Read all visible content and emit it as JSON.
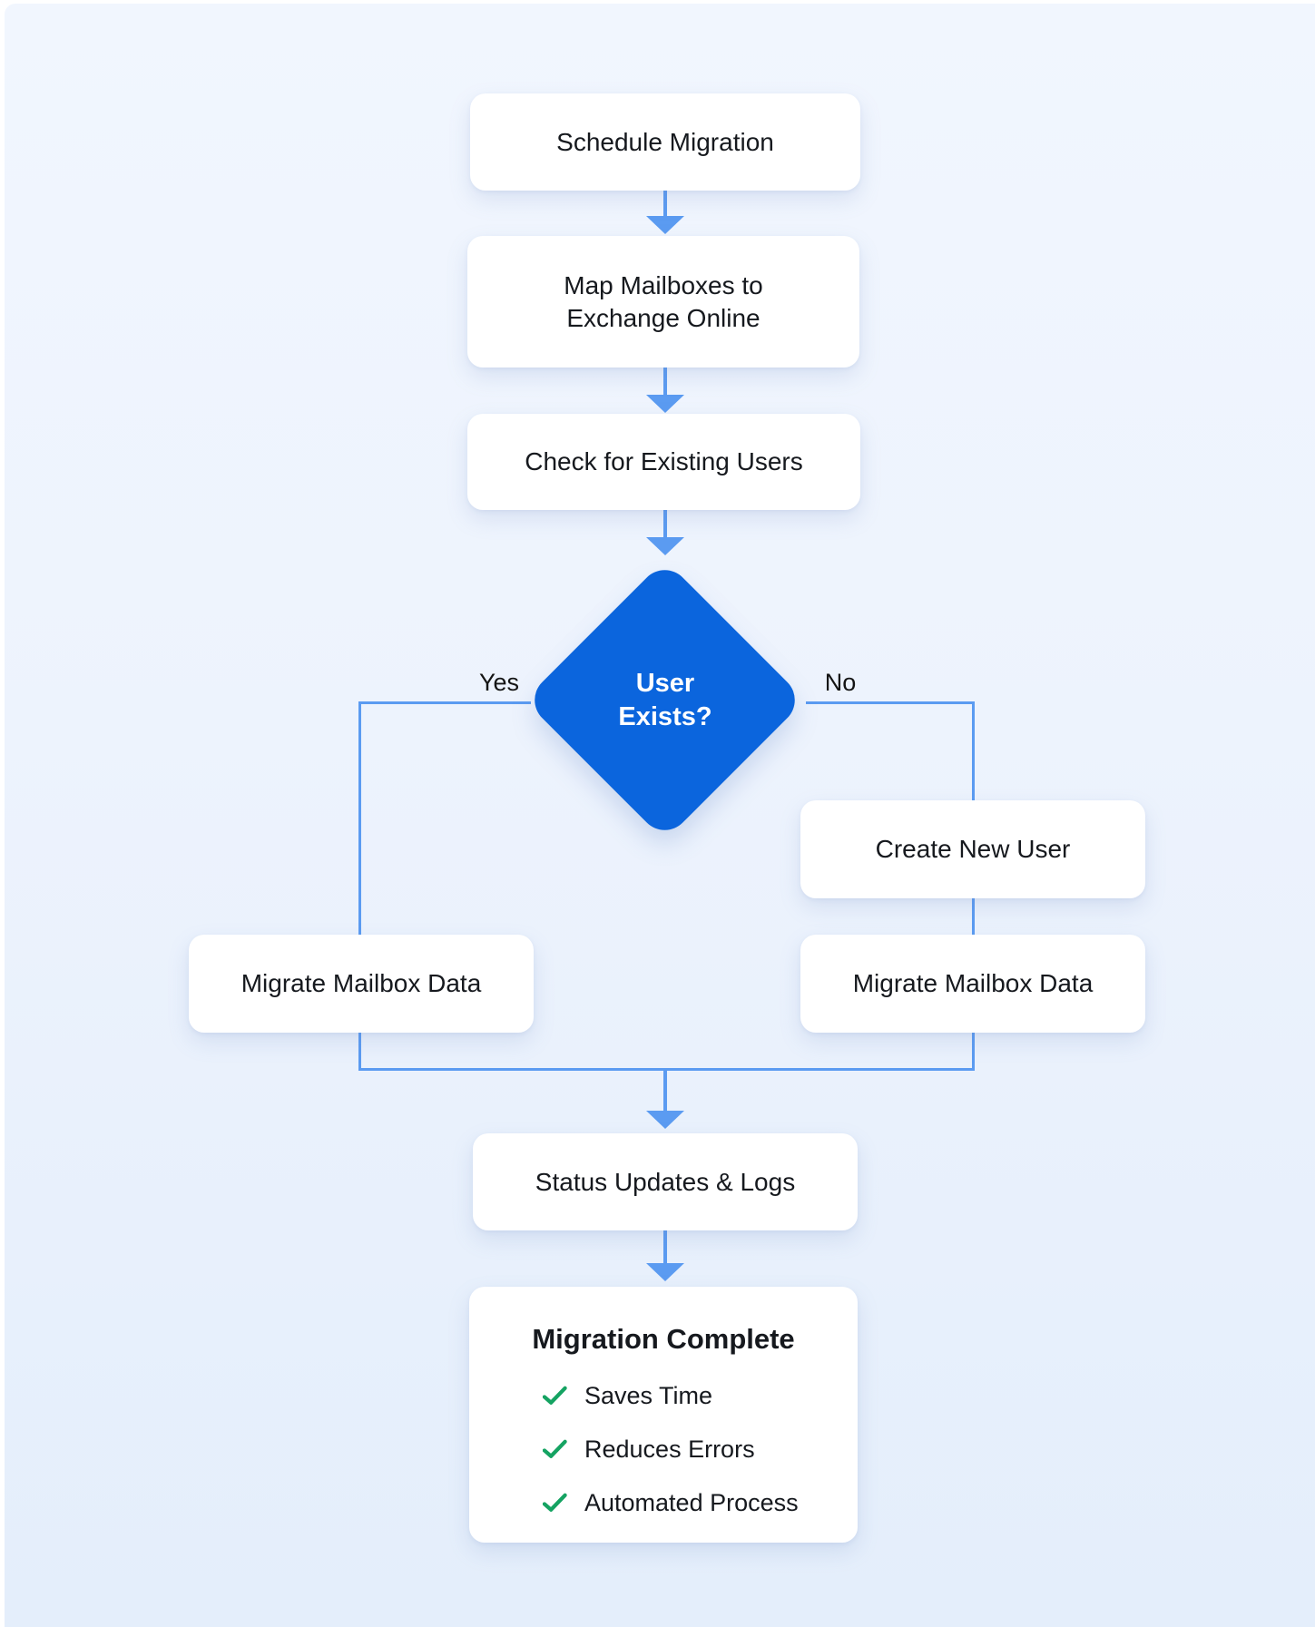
{
  "colors": {
    "diamond_blue": "#0b65dd",
    "connector_blue": "#5b9bf1",
    "check_green": "#15a362",
    "panel_background": "#edf3fd",
    "node_background": "#ffffff",
    "text_dark": "#16191e",
    "diamond_text": "#ffffff"
  },
  "nodes": {
    "schedule": {
      "label": "Schedule Migration"
    },
    "map_mailboxes": {
      "label": "Map Mailboxes to\nExchange Online"
    },
    "check_users": {
      "label": "Check for Existing Users"
    },
    "decision": {
      "label": "User\nExists?"
    },
    "create_user": {
      "label": "Create New User"
    },
    "migrate_left": {
      "label": "Migrate Mailbox Data"
    },
    "migrate_right": {
      "label": "Migrate Mailbox Data"
    },
    "status": {
      "label": "Status Updates & Logs"
    },
    "complete": {
      "title": "Migration Complete",
      "items": [
        "Saves Time",
        "Reduces Errors",
        "Automated Process"
      ]
    }
  },
  "branches": {
    "yes": {
      "label": "Yes"
    },
    "no": {
      "label": "No"
    }
  }
}
